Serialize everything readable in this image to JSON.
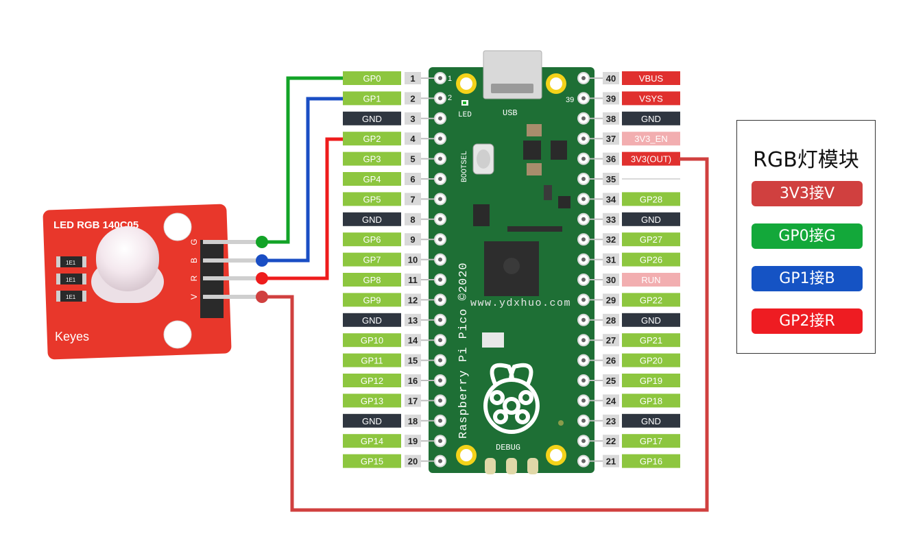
{
  "pins_left": [
    {
      "n": "1",
      "label": "GP0",
      "type": "gpio"
    },
    {
      "n": "2",
      "label": "GP1",
      "type": "gpio"
    },
    {
      "n": "3",
      "label": "GND",
      "type": "gnd"
    },
    {
      "n": "4",
      "label": "GP2",
      "type": "gpio"
    },
    {
      "n": "5",
      "label": "GP3",
      "type": "gpio"
    },
    {
      "n": "6",
      "label": "GP4",
      "type": "gpio"
    },
    {
      "n": "7",
      "label": "GP5",
      "type": "gpio"
    },
    {
      "n": "8",
      "label": "GND",
      "type": "gnd"
    },
    {
      "n": "9",
      "label": "GP6",
      "type": "gpio"
    },
    {
      "n": "10",
      "label": "GP7",
      "type": "gpio"
    },
    {
      "n": "11",
      "label": "GP8",
      "type": "gpio"
    },
    {
      "n": "12",
      "label": "GP9",
      "type": "gpio"
    },
    {
      "n": "13",
      "label": "GND",
      "type": "gnd"
    },
    {
      "n": "14",
      "label": "GP10",
      "type": "gpio"
    },
    {
      "n": "15",
      "label": "GP11",
      "type": "gpio"
    },
    {
      "n": "16",
      "label": "GP12",
      "type": "gpio"
    },
    {
      "n": "17",
      "label": "GP13",
      "type": "gpio"
    },
    {
      "n": "18",
      "label": "GND",
      "type": "gnd"
    },
    {
      "n": "19",
      "label": "GP14",
      "type": "gpio"
    },
    {
      "n": "20",
      "label": "GP15",
      "type": "gpio"
    }
  ],
  "pins_right": [
    {
      "n": "40",
      "label": "VBUS",
      "type": "power"
    },
    {
      "n": "39",
      "label": "VSYS",
      "type": "power"
    },
    {
      "n": "38",
      "label": "GND",
      "type": "gnd"
    },
    {
      "n": "37",
      "label": "3V3_EN",
      "type": "ctrl"
    },
    {
      "n": "36",
      "label": "3V3(OUT)",
      "type": "power"
    },
    {
      "n": "35",
      "label": "",
      "type": "none"
    },
    {
      "n": "34",
      "label": "GP28",
      "type": "gpio"
    },
    {
      "n": "33",
      "label": "GND",
      "type": "gnd"
    },
    {
      "n": "32",
      "label": "GP27",
      "type": "gpio"
    },
    {
      "n": "31",
      "label": "GP26",
      "type": "gpio"
    },
    {
      "n": "30",
      "label": "RUN",
      "type": "ctrl"
    },
    {
      "n": "29",
      "label": "GP22",
      "type": "gpio"
    },
    {
      "n": "28",
      "label": "GND",
      "type": "gnd"
    },
    {
      "n": "27",
      "label": "GP21",
      "type": "gpio"
    },
    {
      "n": "26",
      "label": "GP20",
      "type": "gpio"
    },
    {
      "n": "25",
      "label": "GP19",
      "type": "gpio"
    },
    {
      "n": "24",
      "label": "GP18",
      "type": "gpio"
    },
    {
      "n": "23",
      "label": "GND",
      "type": "gnd"
    },
    {
      "n": "22",
      "label": "GP17",
      "type": "gpio"
    },
    {
      "n": "21",
      "label": "GP16",
      "type": "gpio"
    }
  ],
  "colors": {
    "gpio": "#8dc63f",
    "gnd": "#2f3640",
    "power": "#e0302e",
    "ctrl": "#f2aeb0",
    "board": "#1e6f35",
    "module": "#e8372b",
    "wire_green": "#12a327",
    "wire_blue": "#1a4ec4",
    "wire_red": "#ee1c1c",
    "wire_vcc": "#d0403f"
  },
  "board": {
    "name": "Raspberry Pi Pico ©2020",
    "usb": "USB",
    "led": "LED",
    "bootsel": "BOOTSEL",
    "debug": "DEBUG",
    "watermark": "www.ydxhuo.com",
    "pin1": "1",
    "pin2": "2",
    "pin39": "39"
  },
  "module": {
    "title": "LED RGB 140C05",
    "brand": "Keyes",
    "pin_labels": [
      "G",
      "B",
      "R",
      "V"
    ],
    "resistor_text": "1E1"
  },
  "legend": {
    "title": "RGB灯模块",
    "items": [
      {
        "text": "3V3接V",
        "color": "#d0403f"
      },
      {
        "text": "GP0接G",
        "color": "#13a83a"
      },
      {
        "text": "GP1接B",
        "color": "#1553c4"
      },
      {
        "text": "GP2接R",
        "color": "#ee1c22"
      }
    ]
  }
}
